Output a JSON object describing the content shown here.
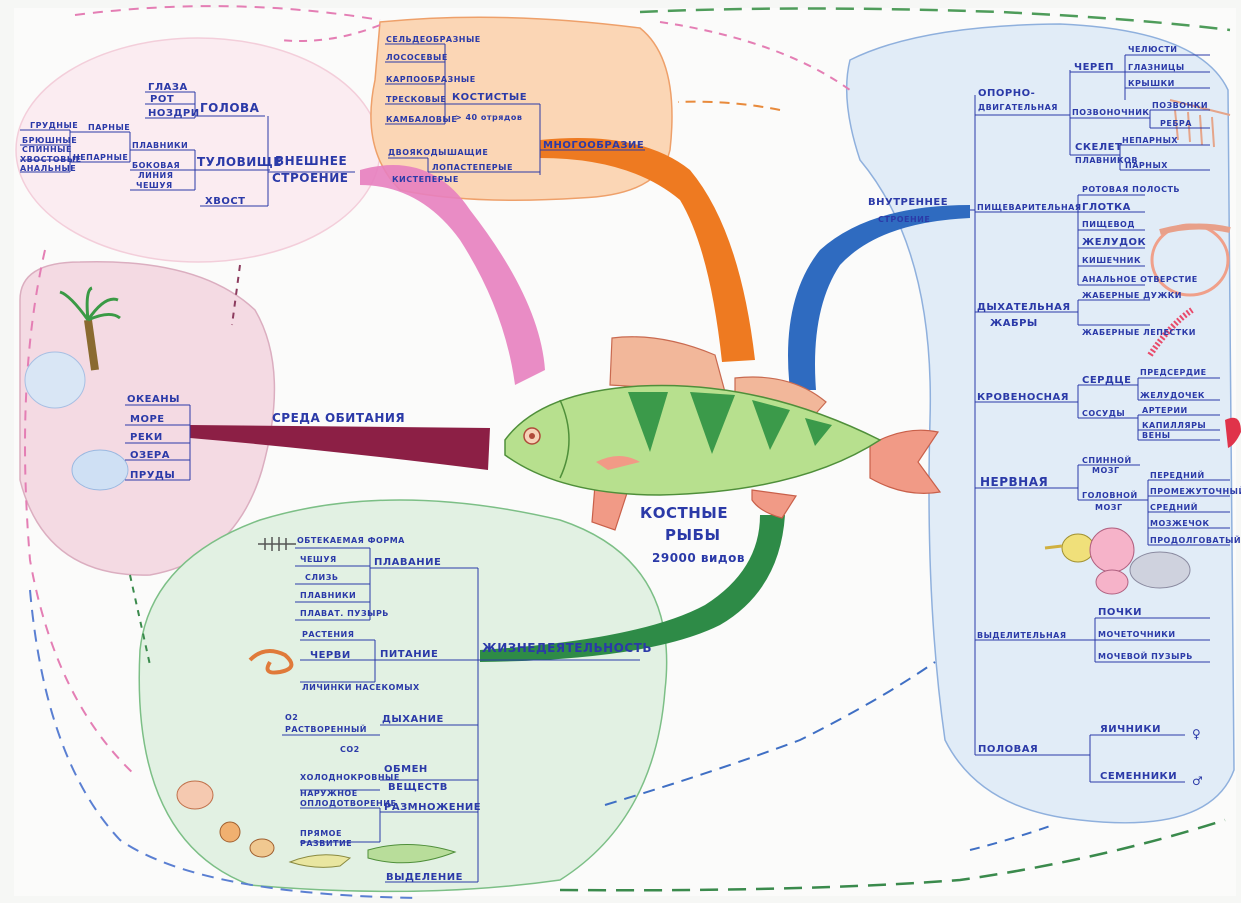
{
  "center": {
    "title_line1": "КОСТНЫЕ",
    "title_line2": "РЫБЫ",
    "species": "29000 видов"
  },
  "external": {
    "label_line1": "ВНЕШНЕЕ",
    "label_line2": "СТРОЕНИЕ",
    "head": "ГОЛОВА",
    "eyes": "ГЛАЗА",
    "mouth": "РОТ",
    "nostrils": "НОЗДРИ",
    "body": "ТУЛОВИЩЕ",
    "fins": "ПЛАВНИКИ",
    "lateral_line1": "БОКОВАЯ",
    "lateral_line2": "ЛИНИЯ",
    "scales": "ЧЕШУЯ",
    "tail": "ХВОСТ",
    "paired": "ПАРНЫЕ",
    "unpaired": "НЕПАРНЫЕ",
    "pectoral": "ГРУДНЫЕ",
    "ventral": "БРЮШНЫЕ",
    "dorsal": "СПИННЫЕ",
    "caudal": "ХВОСТОВЫЕ",
    "anal": "АНАЛЬНЫЕ"
  },
  "diversity": {
    "label": "МНОГООБРАЗИЕ",
    "bony": "КОСТИСТЫЕ",
    "orders": "> 40 отрядов",
    "lobe": "ЛОПАСТЕПЕРЫЕ",
    "items": [
      "СЕЛЬДЕОБРАЗНЫЕ",
      "ЛОСОСЕВЫЕ",
      "КАРПООБРАЗНЫЕ",
      "ТРЕСКОВЫЕ",
      "КАМБАЛОВЫЕ"
    ],
    "lobe_items": [
      "ДВОЯКОДЫШАЩИЕ",
      "КИСТЕПЕРЫЕ"
    ]
  },
  "habitat": {
    "label": "СРЕДА ОБИТАНИЯ",
    "items": [
      "ОКЕАНЫ",
      "МОРЕ",
      "РЕКИ",
      "ОЗЕРА",
      "ПРУДЫ"
    ]
  },
  "life": {
    "label": "ЖИЗНЕДЕЯТЕЛЬНОСТЬ",
    "swimming": "ПЛАВАНИЕ",
    "swim_items": [
      "ОБТЕКАЕМАЯ ФОРМА",
      "ЧЕШУЯ",
      "СЛИЗЬ",
      "ПЛАВНИКИ",
      "ПЛАВАТ. ПУЗЫРЬ"
    ],
    "feeding": "ПИТАНИЕ",
    "feed_items": [
      "РАСТЕНИЯ",
      "ЧЕРВИ",
      "ЛИЧИНКИ НАСЕКОМЫХ"
    ],
    "breathing": "ДЫХАНИЕ",
    "o2": "O2",
    "dissolved": "РАСТВОРЕННЫЙ",
    "co2": "CO2",
    "metabolism_line1": "ОБМЕН",
    "metabolism_line2": "ВЕЩЕСТВ",
    "cold": "ХОЛОДНОКРОВНЫЕ",
    "reproduction": "РАЗМНОЖЕНИЕ",
    "ext1": "НАРУЖНОЕ",
    "ext2": "ОПЛОДОТВОРЕНИЕ",
    "direct1": "ПРЯМОЕ",
    "direct2": "РАЗВИТИЕ",
    "excretion": "ВЫДЕЛЕНИЕ"
  },
  "internal": {
    "label_line1": "ВНУТРЕННЕЕ",
    "label_line2": "СТРОЕНИЕ",
    "motor1": "ОПОРНО-",
    "motor2": "ДВИГАТЕЛЬНАЯ",
    "skull": "ЧЕРЕП",
    "jaws": "ЧЕЛЮСТИ",
    "sockets": "ГЛАЗНИЦЫ",
    "gill_cover": "КРЫШКИ",
    "spine": "ПОЗВОНОЧНИК",
    "vertebrae": "ПОЗВОНКИ",
    "ribs": "РЕБРА",
    "skel1": "СКЕЛЕТ",
    "skel2": "ПЛАВНИКОВ",
    "unpaired": "НЕПАРНЫХ",
    "paired": "ПАРНЫХ",
    "digest": "ПИЩЕВАРИТЕЛЬНАЯ",
    "digest_items": [
      "РОТОВАЯ ПОЛОСТЬ",
      "ГЛОТКА",
      "ПИЩЕВОД",
      "ЖЕЛУДОК",
      "КИШЕЧНИК",
      "АНАЛЬНОЕ ОТВЕРСТИЕ"
    ],
    "resp1": "ДЫХАТЕЛЬНАЯ",
    "resp2": "ЖАБРЫ",
    "gill_arches": "ЖАБЕРНЫЕ ДУЖКИ",
    "gill_petals": "ЖАБЕРНЫЕ ЛЕПЕСТКИ",
    "circ": "КРОВЕНОСНАЯ",
    "heart": "СЕРДЦЕ",
    "atrium": "ПРЕДСЕРДИЕ",
    "ventricle": "ЖЕЛУДОЧЕК",
    "vessels": "СОСУДЫ",
    "arteries": "АРТЕРИИ",
    "capillaries": "КАПИЛЛЯРЫ",
    "veins": "ВЕНЫ",
    "nerv": "НЕРВНАЯ",
    "spinal1": "СПИННОЙ",
    "spinal2": "МОЗГ",
    "brain1": "ГОЛОВНОЙ",
    "brain2": "МОЗГ",
    "brain_items": [
      "ПЕРЕДНИЙ",
      "ПРОМЕЖУТОЧНЫЙ",
      "СРЕДНИЙ",
      "МОЗЖЕЧОК",
      "ПРОДОЛГОВАТЫЙ"
    ],
    "excr": "ВЫДЕЛИТЕЛЬНАЯ",
    "excr_items": [
      "ПОЧКИ",
      "МОЧЕТОЧНИКИ",
      "МОЧЕВОЙ ПУЗЫРЬ"
    ],
    "sex": "ПОЛОВАЯ",
    "ovaries": "ЯИЧНИКИ",
    "testes": "СЕМЕННИКИ",
    "female": "♀",
    "male": "♂"
  },
  "colors": {
    "ink": "#2b3aa8",
    "external": "#e98fc6",
    "diversity": "#f08a2c",
    "habitat": "#8c1f45",
    "life": "#2e8b47",
    "internal": "#2f5fb3"
  }
}
